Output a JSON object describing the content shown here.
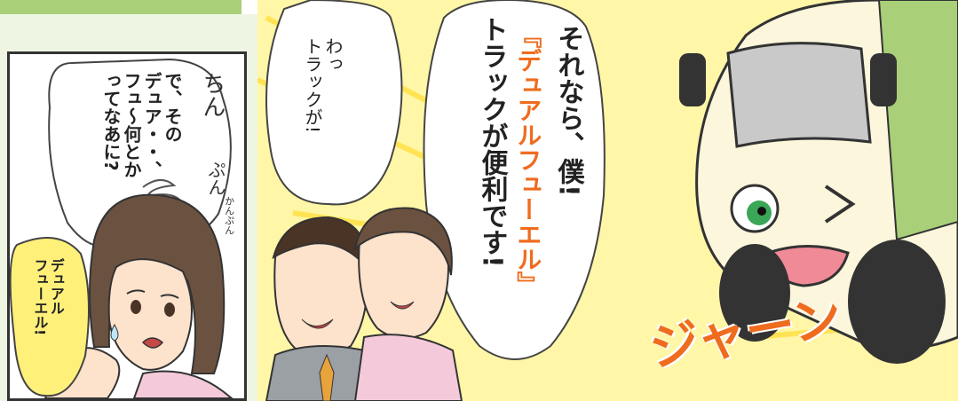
{
  "panels": {
    "left": {
      "speech": "で、その\nデュア・・、\nフュ～何とか\nってなあに?",
      "sfx_spin": "ちん",
      "sfx_spin2": "ぷん",
      "sfx_small": "かんぷん",
      "reply": "デュアル\nフューエル!"
    },
    "right": {
      "speech_small": "わっ\nトラックが!",
      "speech_main_1": "それなら、僕!",
      "speech_main_2": "『デュアルフューエル』",
      "speech_main_3": "トラックが便利です!",
      "sfx_jaan": "ジャーン"
    }
  },
  "colors": {
    "accent_orange": "#ef6c1f",
    "bar_green": "#a9cf78",
    "panel_yellow": "#fff6a8",
    "truck_cream": "#fbf6dc"
  }
}
